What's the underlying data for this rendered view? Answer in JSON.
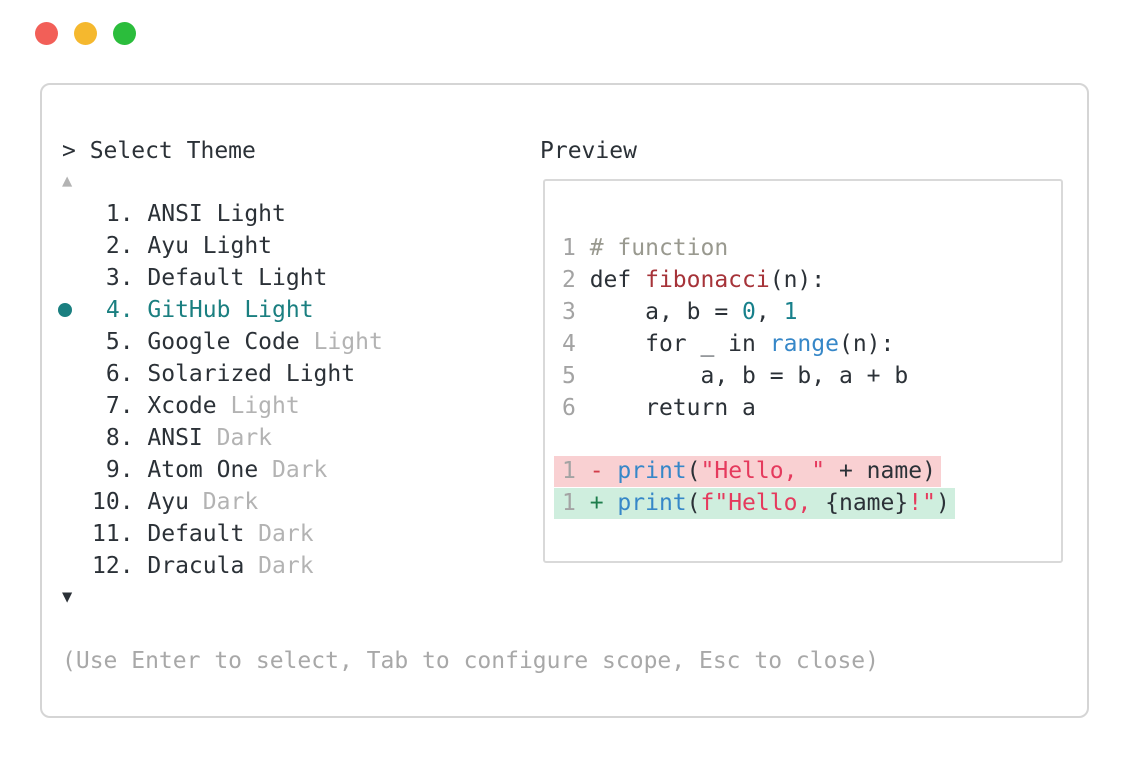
{
  "colors": {
    "dark": "#2b3137",
    "accent": "#1a7f80",
    "muted": "#b3b3b3",
    "help-gray": "#a8a8a8",
    "ln-gray": "#a3a3a3",
    "comment": "#99998f",
    "func-red": "#a63339",
    "num-teal": "#17808b",
    "builtin-blue": "#3687c8",
    "string-red": "#e53a5d",
    "diff-minus": "#d23c49",
    "diff-plus": "#1e7d4c",
    "removed-bg": "#f9d0d2",
    "added-bg": "#cfeede",
    "panel-border": "#d5d5d5",
    "preview-border": "#d9d9d9",
    "light-red": "#f25f58",
    "light-yellow": "#f5b82e",
    "light-green": "#2bbd3c"
  },
  "window_controls": {
    "close": "close",
    "minimize": "minimize",
    "zoom": "zoom"
  },
  "panel": {
    "title_display": "> Select Theme",
    "scroll_up_glyph": "▲",
    "scroll_down_glyph": "▼",
    "help_text": "(Use Enter to select, Tab to configure scope, Esc to close)"
  },
  "theme_list": {
    "items": [
      {
        "number": "1",
        "name": "ANSI Light",
        "muted_suffix": "",
        "selected": false
      },
      {
        "number": "2",
        "name": "Ayu Light",
        "muted_suffix": "",
        "selected": false
      },
      {
        "number": "3",
        "name": "Default Light",
        "muted_suffix": "",
        "selected": false
      },
      {
        "number": "4",
        "name": "GitHub Light",
        "muted_suffix": "",
        "selected": true
      },
      {
        "number": "5",
        "name": "Google Code",
        "muted_suffix": "Light",
        "selected": false
      },
      {
        "number": "6",
        "name": "Solarized Light",
        "muted_suffix": "",
        "selected": false
      },
      {
        "number": "7",
        "name": "Xcode",
        "muted_suffix": "Light",
        "selected": false
      },
      {
        "number": "8",
        "name": "ANSI",
        "muted_suffix": "Dark",
        "selected": false
      },
      {
        "number": "9",
        "name": "Atom One",
        "muted_suffix": "Dark",
        "selected": false
      },
      {
        "number": "10",
        "name": "Ayu",
        "muted_suffix": "Dark",
        "selected": false
      },
      {
        "number": "11",
        "name": "Default",
        "muted_suffix": "Dark",
        "selected": false
      },
      {
        "number": "12",
        "name": "Dracula",
        "muted_suffix": "Dark",
        "selected": false
      }
    ]
  },
  "preview": {
    "heading": "Preview",
    "lines": [
      {
        "ln": "1",
        "bg": null,
        "tokens": [
          {
            "t": "# function",
            "c": "comment"
          }
        ]
      },
      {
        "ln": "2",
        "bg": null,
        "tokens": [
          {
            "t": "def ",
            "c": "dark"
          },
          {
            "t": "fibonacci",
            "c": "func"
          },
          {
            "t": "(n):",
            "c": "dark"
          }
        ]
      },
      {
        "ln": "3",
        "bg": null,
        "tokens": [
          {
            "t": "    a, b = ",
            "c": "dark"
          },
          {
            "t": "0",
            "c": "num"
          },
          {
            "t": ", ",
            "c": "dark"
          },
          {
            "t": "1",
            "c": "num"
          }
        ]
      },
      {
        "ln": "4",
        "bg": null,
        "tokens": [
          {
            "t": "    for _ in ",
            "c": "dark"
          },
          {
            "t": "range",
            "c": "builtin"
          },
          {
            "t": "(n):",
            "c": "dark"
          }
        ]
      },
      {
        "ln": "5",
        "bg": null,
        "tokens": [
          {
            "t": "        a, b = b, a + b",
            "c": "dark"
          }
        ]
      },
      {
        "ln": "6",
        "bg": null,
        "tokens": [
          {
            "t": "    return a",
            "c": "dark"
          }
        ]
      },
      {
        "ln": "",
        "bg": null,
        "tokens": []
      },
      {
        "ln": "1",
        "bg": "removed",
        "tokens": [
          {
            "t": "- ",
            "c": "minus"
          },
          {
            "t": "print",
            "c": "builtin"
          },
          {
            "t": "(",
            "c": "dark"
          },
          {
            "t": "\"Hello, \"",
            "c": "string"
          },
          {
            "t": " + name)",
            "c": "dark"
          }
        ]
      },
      {
        "ln": "1",
        "bg": "added",
        "tokens": [
          {
            "t": "+ ",
            "c": "plus"
          },
          {
            "t": "print",
            "c": "builtin"
          },
          {
            "t": "(",
            "c": "dark"
          },
          {
            "t": "f\"Hello, ",
            "c": "string"
          },
          {
            "t": "{name}",
            "c": "dark"
          },
          {
            "t": "!\"",
            "c": "string"
          },
          {
            "t": ")",
            "c": "dark"
          }
        ]
      }
    ]
  }
}
